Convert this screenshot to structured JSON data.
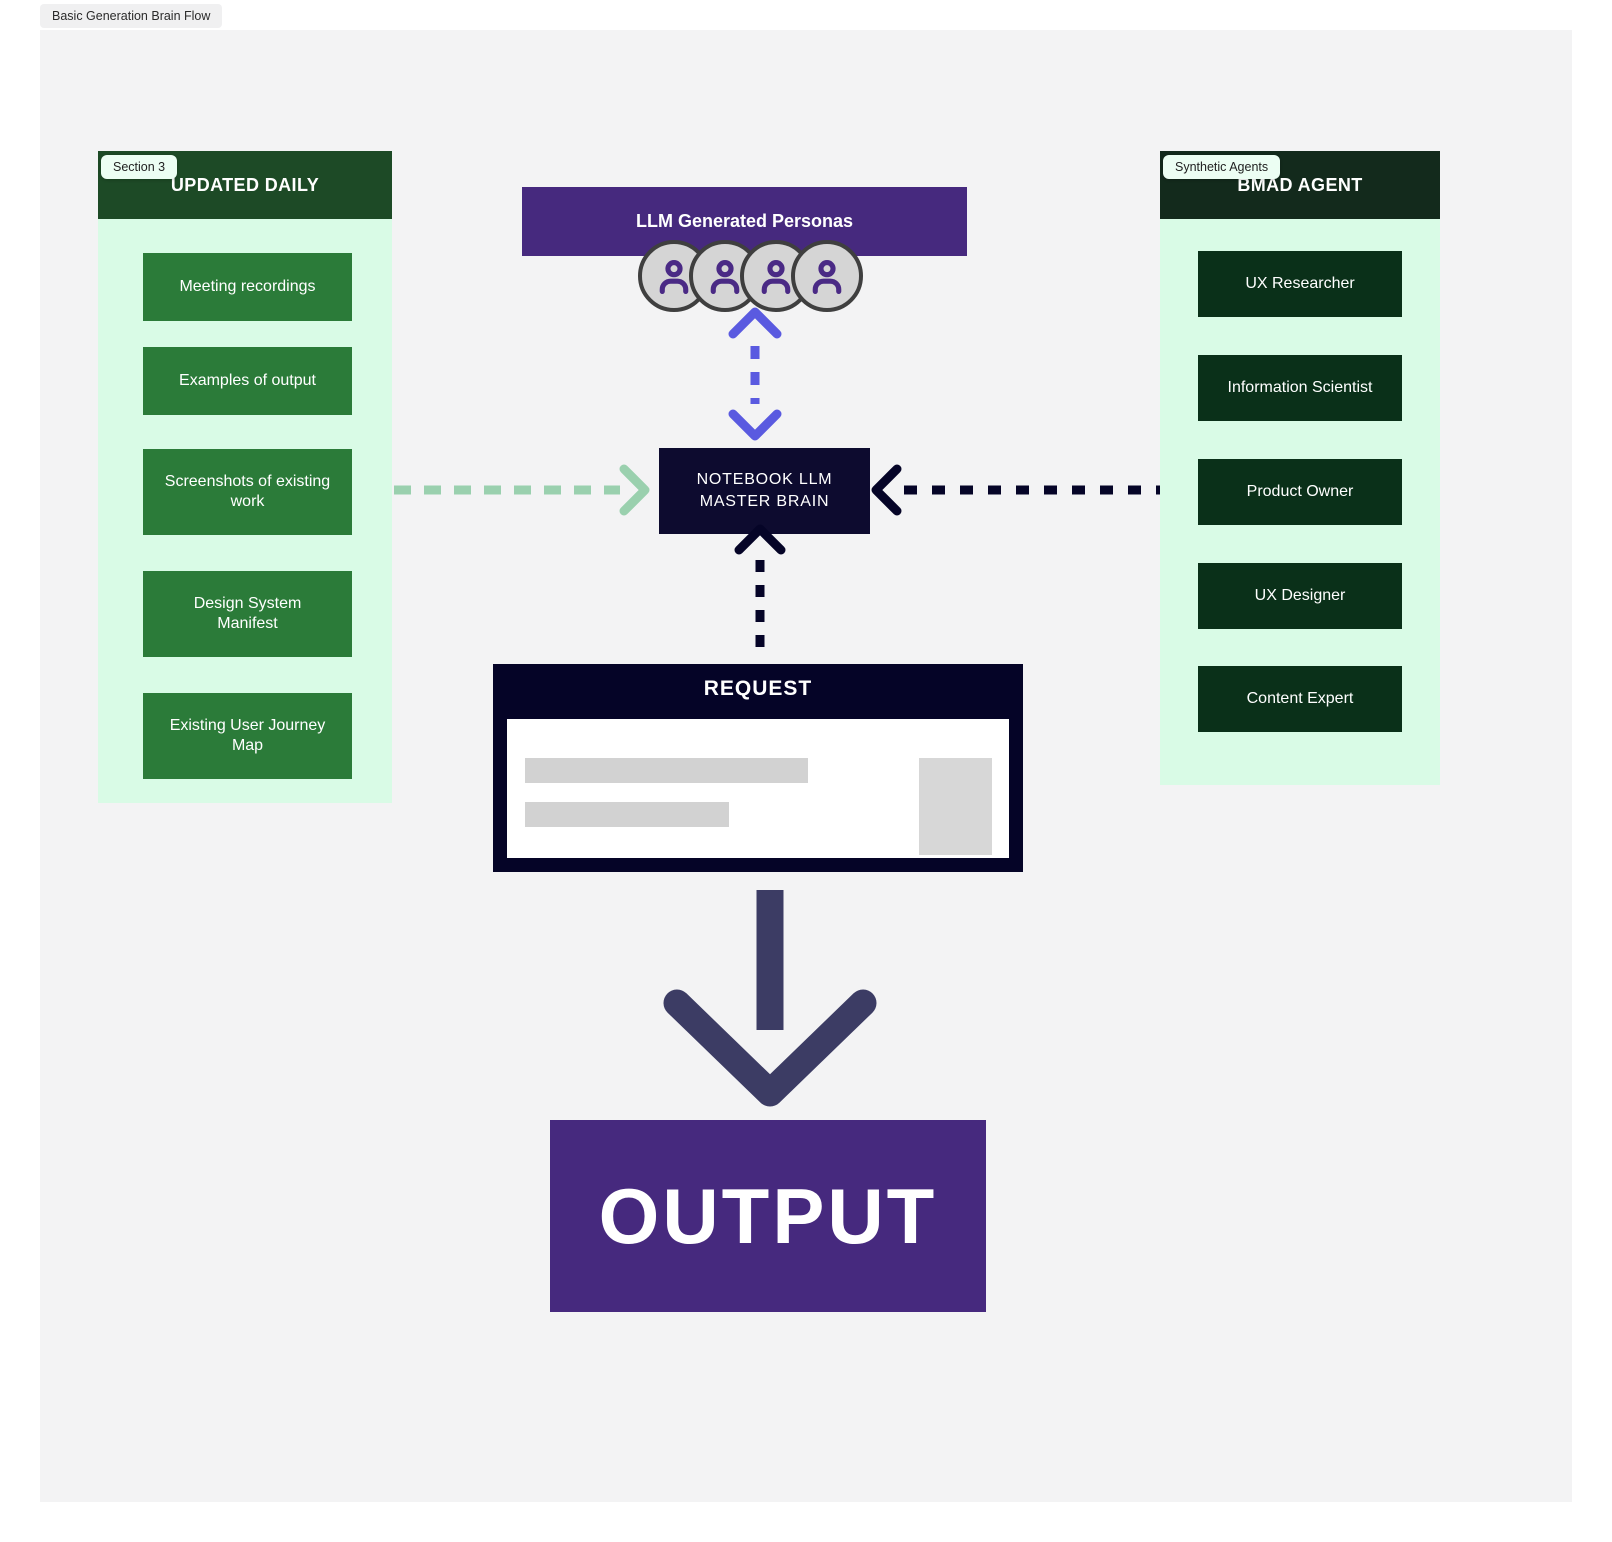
{
  "tab": {
    "label": "Basic Generation Brain Flow"
  },
  "diagram": {
    "left_panel": {
      "badge": "Section 3",
      "title": "UPDATED DAILY",
      "items": [
        "Meeting recordings",
        "Examples of output",
        "Screenshots of existing work",
        "Design System Manifest",
        "Existing User Journey Map"
      ]
    },
    "personas": {
      "title": "LLM Generated Personas",
      "avatar_count": 4,
      "avatar_icon": "person-icon"
    },
    "brain": {
      "line1": "NOTEBOOK LLM",
      "line2": "MASTER BRAIN"
    },
    "right_panel": {
      "badge": "Synthetic Agents",
      "title": "BMAD AGENT",
      "items": [
        "UX Researcher",
        "Information Scientist",
        "Product Owner",
        "UX Designer",
        "Content Expert"
      ]
    },
    "request": {
      "title": "REQUEST"
    },
    "output": {
      "title": "OUTPUT"
    }
  },
  "colors": {
    "canvas_bg": "#f3f3f4",
    "mint_panel": "#d9fbe6",
    "left_header_green": "#1d4a26",
    "left_node_green": "#2b7b39",
    "right_header_green": "#132a1c",
    "right_node_green": "#0a3019",
    "purple": "#46297e",
    "navy": "#050427",
    "brain_navy": "#0d0b2f",
    "blue_violet_arrow": "#5a5ae0",
    "green_arrow": "#9ad0ae",
    "big_arrow": "#3c3c64",
    "avatar_fill": "#d5d5d5",
    "avatar_border": "#3f3f3f",
    "avatar_icon": "#4a2a85"
  }
}
